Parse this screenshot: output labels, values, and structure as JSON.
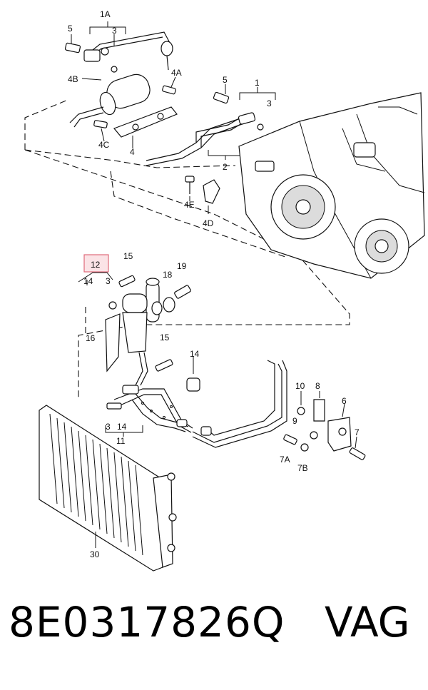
{
  "labels": {
    "l1A": "1A",
    "l5a": "5",
    "l3a": "3",
    "l4B": "4B",
    "l4A": "4A",
    "l4C": "4C",
    "l4": "4",
    "l5b": "5",
    "l1": "1",
    "l3b": "3",
    "l2": "2",
    "l4E": "4E",
    "l4D": "4D",
    "l12": "12",
    "l15a": "15",
    "l14a": "14",
    "l3c": "3",
    "l18": "18",
    "l19": "19",
    "l16": "16",
    "l15b": "15",
    "l14b": "14",
    "l3d": "3",
    "l14c": "14",
    "l11": "11",
    "l10": "10",
    "l8": "8",
    "l6": "6",
    "l9": "9",
    "l7": "7",
    "l7A": "7A",
    "l7B": "7B",
    "l30": "30"
  },
  "footer": {
    "part_number": "8E0317826Q",
    "brand": "VAG"
  },
  "colors": {
    "highlight_fill": "#fbe3e6",
    "highlight_stroke": "#e06a7a",
    "line": "#111111"
  }
}
